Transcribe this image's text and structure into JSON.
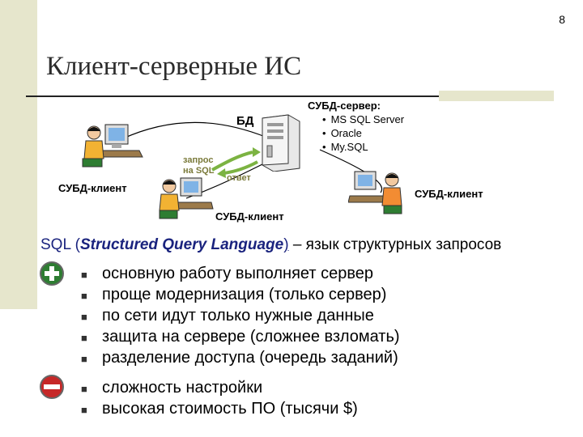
{
  "page_number": "8",
  "title": "Клиент-серверные ИС",
  "diagram": {
    "db_label": "БД",
    "server": {
      "heading": "СУБД-сервер:",
      "items": [
        "MS SQL Server",
        "Oracle",
        "My.SQL"
      ]
    },
    "client_left": "СУБД-клиент",
    "client_right": "СУБД-клиент",
    "client_bottom": "СУБД-клиент",
    "query_line1": "запрос",
    "query_line2": "на SQL",
    "answer": "ответ"
  },
  "sql_definition": {
    "abbr": "SQL",
    "paren_open": "(",
    "full_name": "Structured Query Language",
    "paren_close": ")",
    "rest": " – язык структурных запросов"
  },
  "pros": [
    "основную работу выполняет сервер",
    "проще модернизация (только сервер)",
    "по сети идут только нужные данные",
    "защита на сервере (сложнее взломать)",
    "разделение доступа (очередь заданий)"
  ],
  "cons": [
    "сложность настройки",
    "высокая стоимость ПО (тысячи $)"
  ],
  "colors": {
    "sidebar": "#e6e6cc",
    "plus": "#2e7d32",
    "minus": "#c62828",
    "arrow": "#7cb342"
  }
}
